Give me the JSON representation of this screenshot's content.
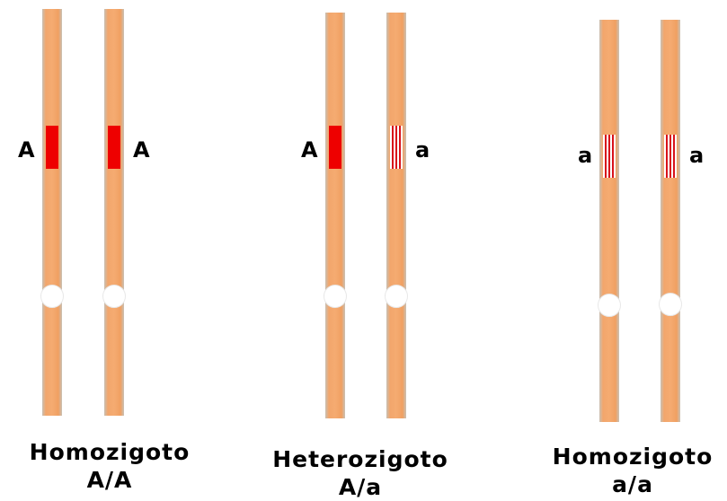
{
  "groups": [
    {
      "caption_type": "Homozigoto",
      "caption_genotype": "A/A",
      "left_allele": "A",
      "right_allele": "A"
    },
    {
      "caption_type": "Heterozigoto",
      "caption_genotype": "A/a",
      "left_allele": "A",
      "right_allele": "a"
    },
    {
      "caption_type": "Homozigoto",
      "caption_genotype": "a/a",
      "left_allele": "a",
      "right_allele": "a"
    }
  ],
  "colors": {
    "chromosome": "#f5ab71",
    "dominant_band": "#ee0000",
    "recessive_band": "#d8121b",
    "centromere": "#ffffff"
  }
}
